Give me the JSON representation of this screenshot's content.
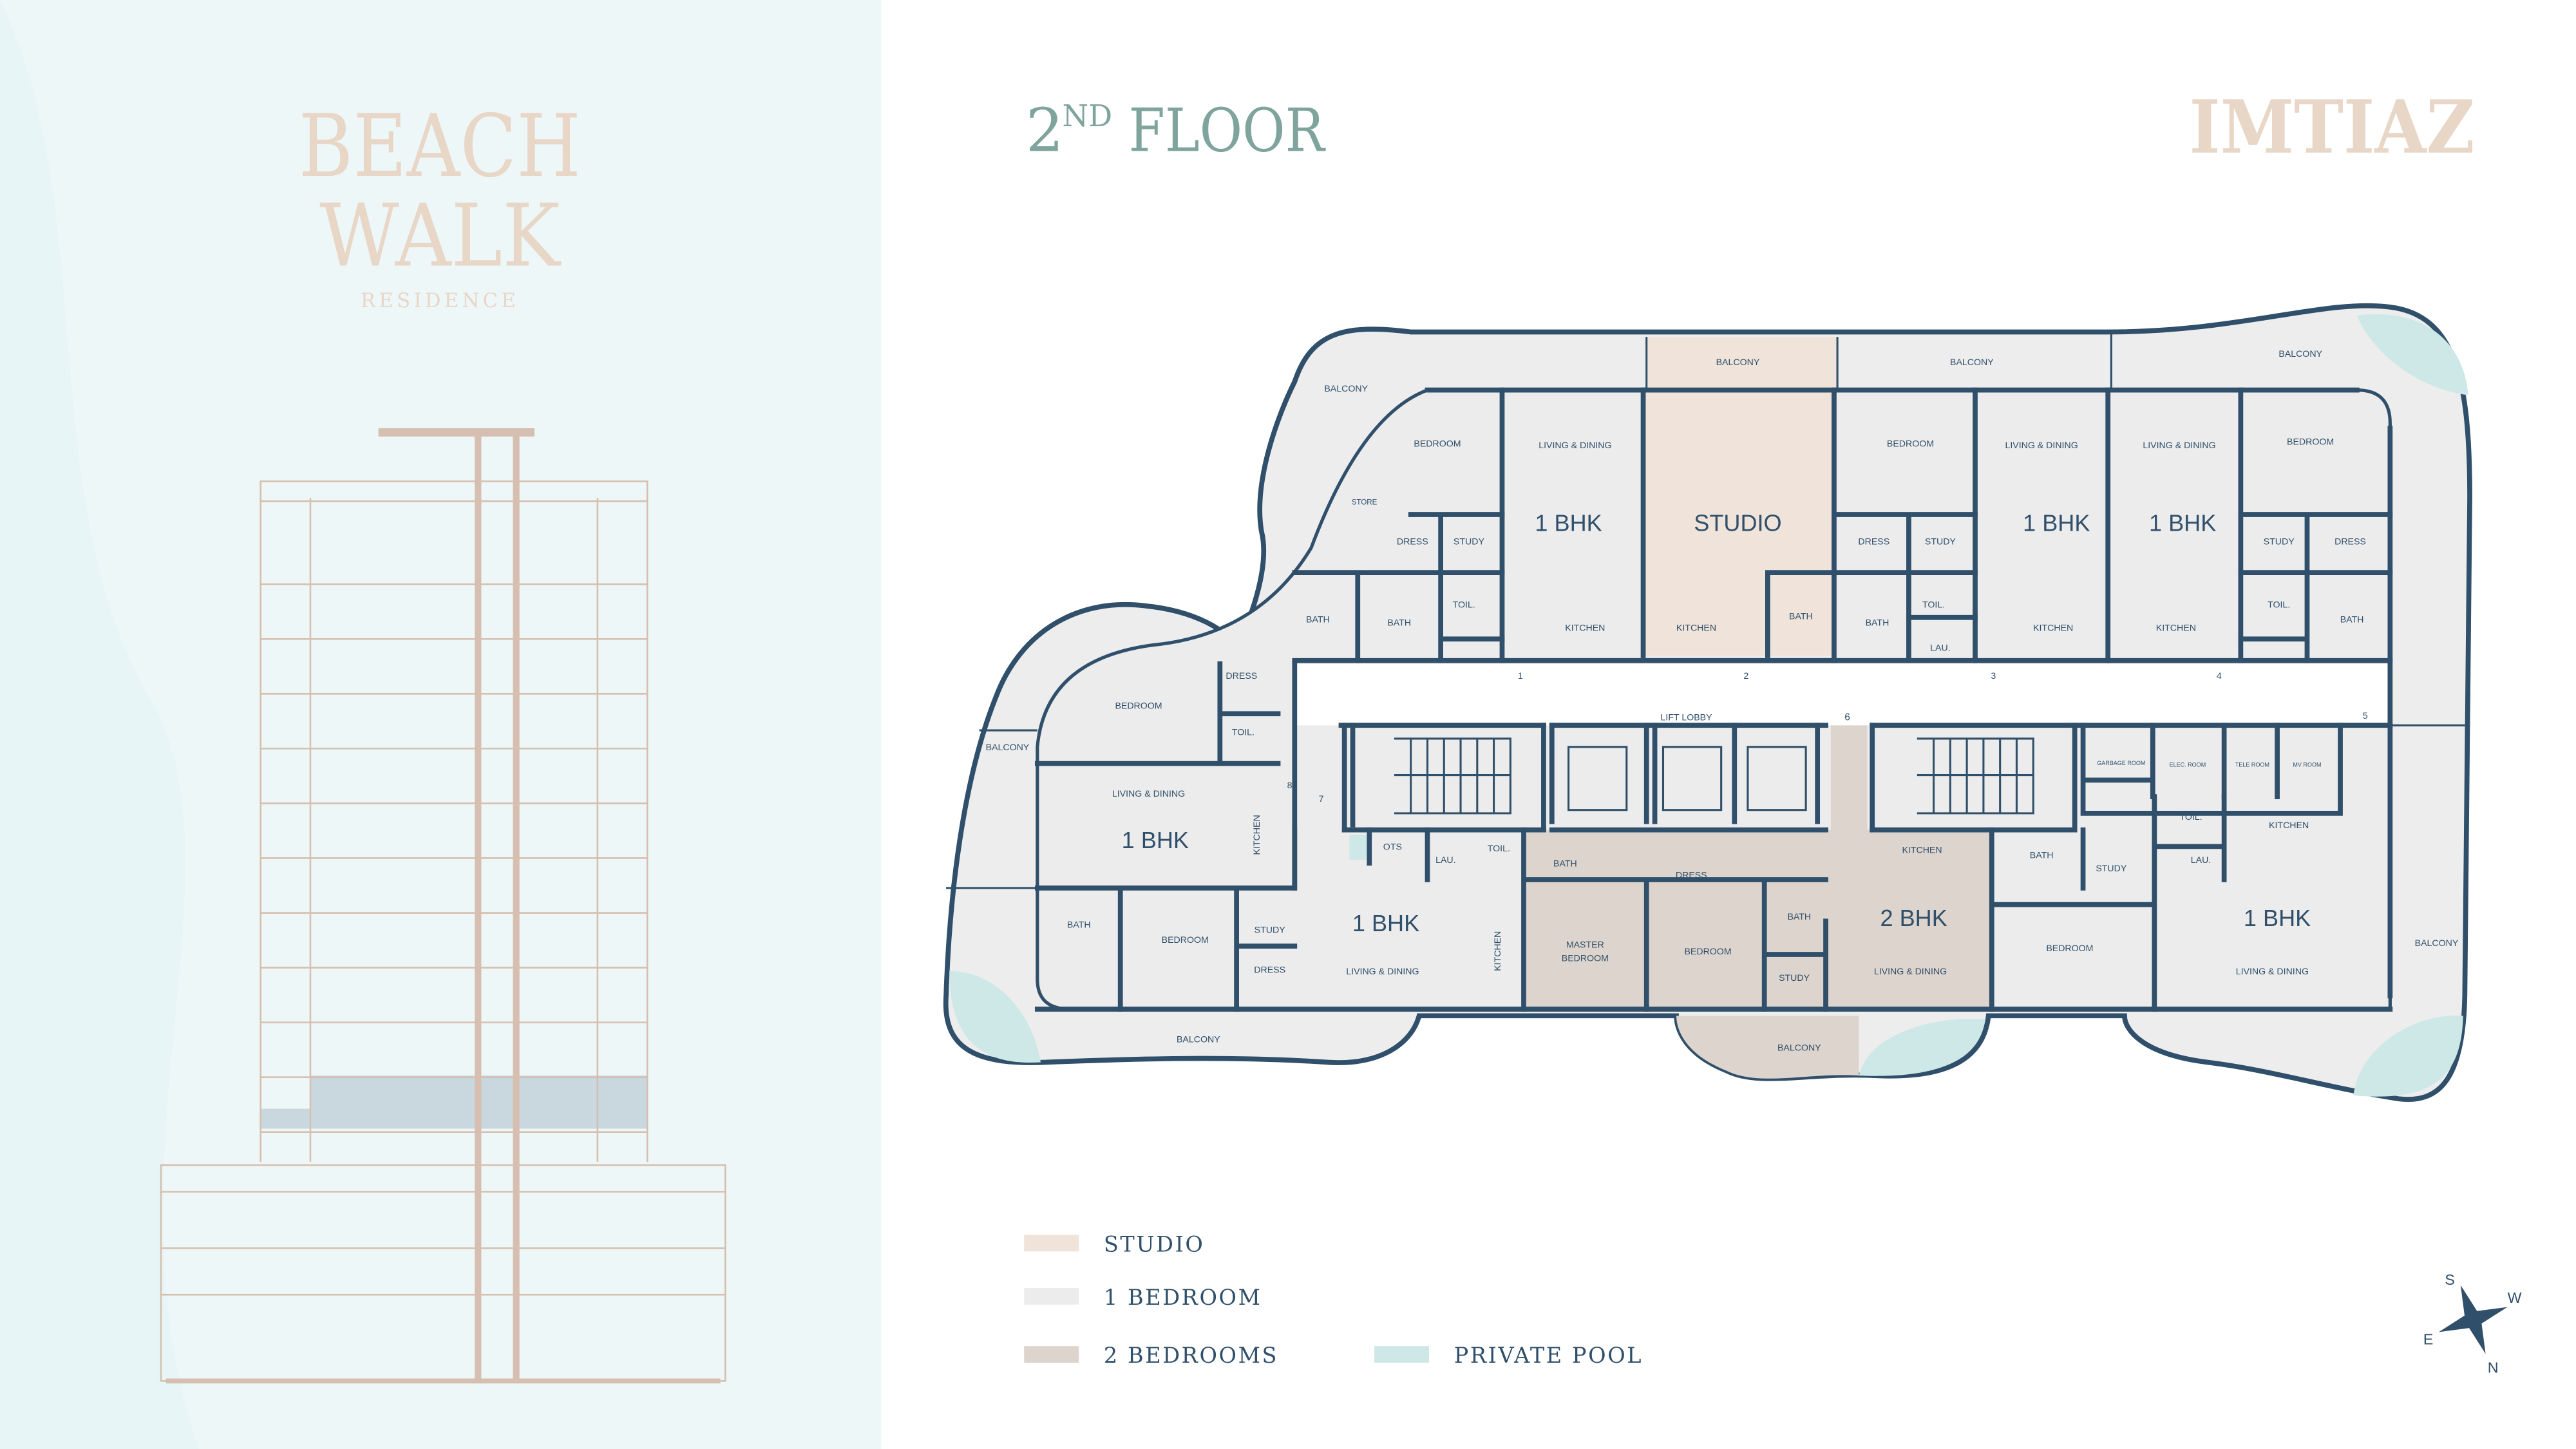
{
  "branding": {
    "project_line1": "BEACH",
    "project_line2": "WALK",
    "project_sub": "RESIDENCE",
    "developer": "IMTIAZ"
  },
  "header": {
    "floor_number": "2",
    "floor_suffix": "ND",
    "floor_word": "FLOOR"
  },
  "plan": {
    "labels": [
      "BALCONY",
      "BALCONY",
      "BALCONY",
      "BALCONY",
      "BEDROOM",
      "LIVING & DINING",
      "STORE",
      "1 BHK",
      "STUDIO",
      "DRESS",
      "STUDY",
      "TOIL.",
      "BATH",
      "BATH",
      "KITCHEN",
      "KITCHEN",
      "BATH",
      "BEDROOM",
      "LIVING & DINING",
      "1 BHK",
      "DRESS",
      "STUDY",
      "TOIL.",
      "LAU.",
      "BATH",
      "KITCHEN",
      "LIVING & DINING",
      "BEDROOM",
      "1 BHK",
      "STUDY",
      "DRESS",
      "TOIL.",
      "BATH",
      "KITCHEN",
      "1",
      "2",
      "3",
      "4",
      "5",
      "6",
      "7",
      "8",
      "LIFT LOBBY",
      "DRESS",
      "BEDROOM",
      "TOIL.",
      "BALCONY",
      "LIVING & DINING",
      "1 BHK",
      "KITCHEN",
      "GARBAGE ROOM",
      "ELEC. ROOM",
      "TELE ROOM",
      "MV ROOM",
      "OTS",
      "LAU.",
      "TOIL.",
      "BATH",
      "DRESS",
      "KITCHEN",
      "BATH",
      "STUDY",
      "TOIL.",
      "LAU.",
      "KITCHEN",
      "BATH",
      "BEDROOM",
      "STUDY",
      "DRESS",
      "1 BHK",
      "LIVING & DINING",
      "KITCHEN",
      "MASTER",
      "BEDROOM",
      "BEDROOM",
      "BATH",
      "2 BHK",
      "STUDY",
      "LIVING & DINING",
      "BEDROOM",
      "1 BHK",
      "LIVING & DINING",
      "BALCONY",
      "BALCONY",
      "BALCONY"
    ]
  },
  "legend": [
    {
      "label": "STUDIO",
      "color": "#f0e3da"
    },
    {
      "label": "1 BEDROOM",
      "color": "#ececec"
    },
    {
      "label": "2 BEDROOMS",
      "color": "#ddd4cd"
    },
    {
      "label": "PRIVATE POOL",
      "color": "#cde8e6"
    }
  ],
  "compass": {
    "n": "N",
    "s": "S",
    "e": "E",
    "w": "W"
  },
  "colors": {
    "wall": "#2f4f6a",
    "panel": "#eef7f8",
    "title": "#7fa39d",
    "logo": "#e8d6c7"
  }
}
